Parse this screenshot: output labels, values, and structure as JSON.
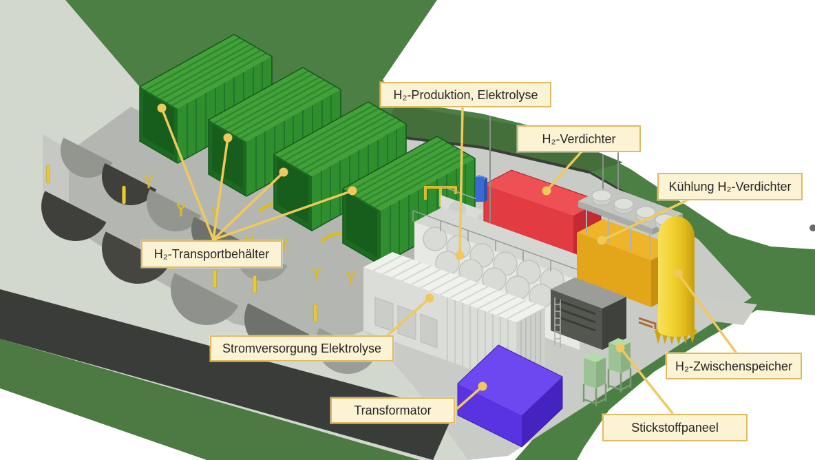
{
  "figure": {
    "type": "isometric-facility-3d-diagram",
    "language": "de"
  },
  "labels": [
    {
      "id": "h2-produktion",
      "text": "H₂-Produktion, Elektrolyse"
    },
    {
      "id": "h2-verdichter",
      "text": "H₂-Verdichter"
    },
    {
      "id": "kuehlung",
      "text": "Kühlung H₂-Verdichter"
    },
    {
      "id": "transportbehaelter",
      "text": "H₂-Transportbehälter"
    },
    {
      "id": "stromversorgung",
      "text": "Stromversorgung Elektrolyse"
    },
    {
      "id": "transformator",
      "text": "Transformator"
    },
    {
      "id": "stickstoffpaneel",
      "text": "Stickstoffpaneel"
    },
    {
      "id": "zwischenspeicher",
      "text": "H₂-Zwischenspeicher"
    }
  ],
  "colors": {
    "label-bg": "#fcf2d4",
    "label-border": "#e0ba62",
    "leader-line": "#f0c95c",
    "container-green": "#2f8f2e",
    "compressor-red": "#e23b42",
    "cooling-orange": "#e3a51a",
    "buffer-tank-yellow": "#f3d434",
    "transformer-purple": "#5933e2",
    "nitrogen-panel-green": "#9cc295",
    "grass-green": "#4c7f44",
    "ground-gray": "#d3d8cf",
    "pad-gray": "#c9ccc6",
    "road-dark": "#3a3c3a"
  }
}
